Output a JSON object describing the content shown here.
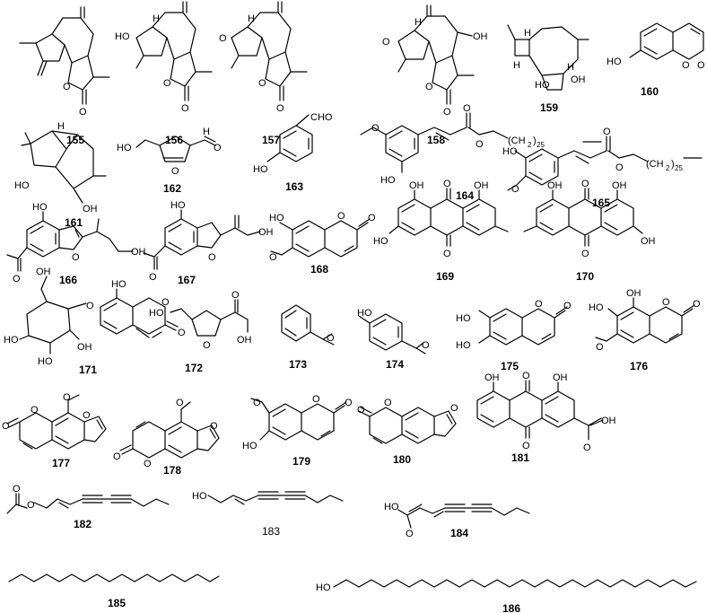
{
  "compounds": [
    {
      "id": "155",
      "bold": true
    },
    {
      "id": "156",
      "bold": true
    },
    {
      "id": "157",
      "bold": true
    },
    {
      "id": "158",
      "bold": true
    },
    {
      "id": "159",
      "bold": true
    },
    {
      "id": "160",
      "bold": true
    },
    {
      "id": "161",
      "bold": true
    },
    {
      "id": "162",
      "bold": true
    },
    {
      "id": "163",
      "bold": true
    },
    {
      "id": "164",
      "bold": true
    },
    {
      "id": "165",
      "bold": true
    },
    {
      "id": "166",
      "bold": true
    },
    {
      "id": "167",
      "bold": true
    },
    {
      "id": "168",
      "bold": true
    },
    {
      "id": "169",
      "bold": true
    },
    {
      "id": "170",
      "bold": true
    },
    {
      "id": "171",
      "bold": true
    },
    {
      "id": "172",
      "bold": true
    },
    {
      "id": "173",
      "bold": true
    },
    {
      "id": "174",
      "bold": true
    },
    {
      "id": "175",
      "bold": true
    },
    {
      "id": "176",
      "bold": true
    },
    {
      "id": "177",
      "bold": true
    },
    {
      "id": "178",
      "bold": true
    },
    {
      "id": "179",
      "bold": true
    },
    {
      "id": "180",
      "bold": true
    },
    {
      "id": "181",
      "bold": true
    },
    {
      "id": "182",
      "bold": true
    },
    {
      "id": "183",
      "bold": false
    },
    {
      "id": "184",
      "bold": true
    },
    {
      "id": "185",
      "bold": true
    },
    {
      "id": "186",
      "bold": true
    }
  ],
  "atoms": {
    "O": "O",
    "OH": "OH",
    "HO": "HO",
    "H": "H",
    "CHO": "CHO",
    "ch2_group": "(CH",
    "ch2_sub": "2",
    "ch2_close": ")",
    "chain_n": "25"
  }
}
